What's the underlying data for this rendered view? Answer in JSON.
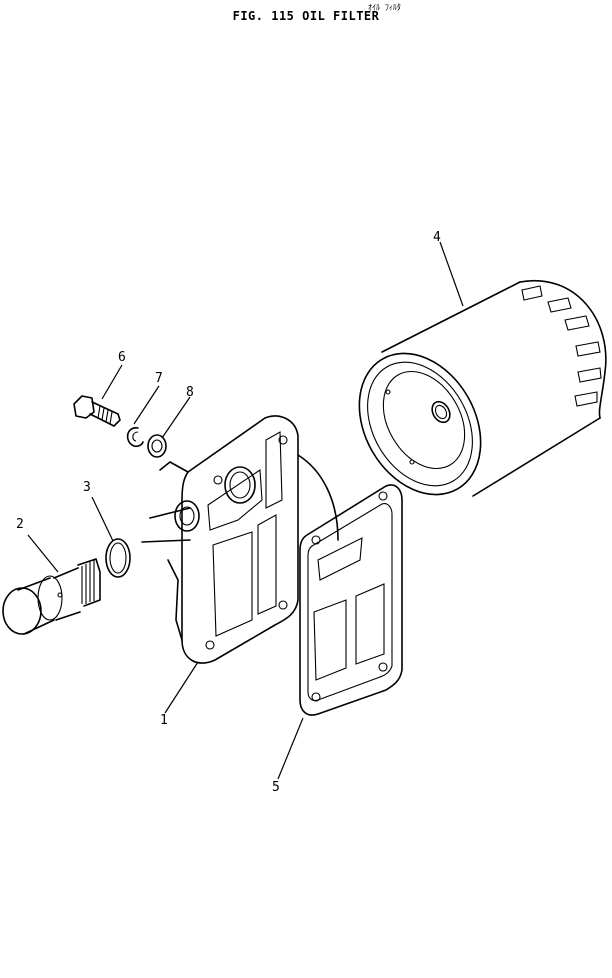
{
  "figure": {
    "subtitle_jp": "ｵｲﾙ ﾌｨﾙﾀ",
    "title": "FIG. 115  OIL FILTER"
  },
  "callouts": {
    "c1": "1",
    "c2": "2",
    "c3": "3",
    "c4": "4",
    "c5": "5",
    "c6": "6",
    "c7": "7",
    "c8": "8"
  }
}
